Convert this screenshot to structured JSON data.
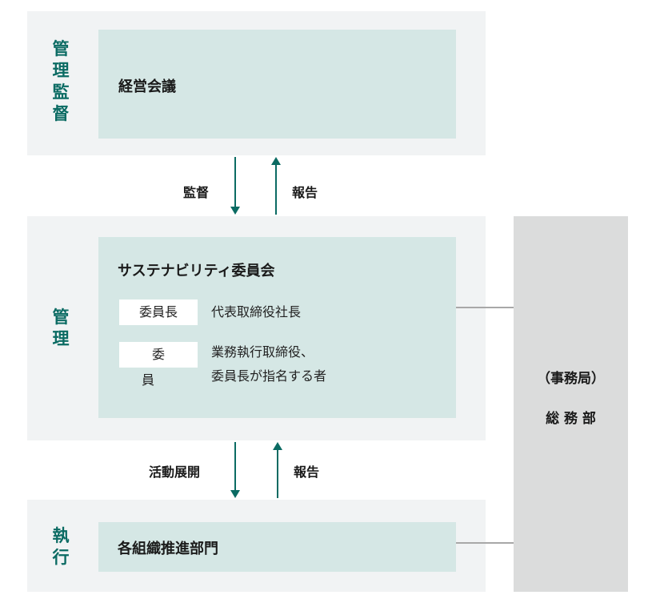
{
  "colors": {
    "accent": "#0b6b63",
    "band": "#f1f3f4",
    "box": "#d5e7e5",
    "office": "#dbdcdc",
    "connector": "#a8a8a8"
  },
  "tiers": {
    "oversight": {
      "label": [
        "管",
        "理",
        "監",
        "督"
      ],
      "box_title": "経営会議"
    },
    "management": {
      "label": [
        "管",
        "理"
      ],
      "box_title": "サステナビリティ委員会",
      "roles": [
        {
          "tag": "委員長",
          "desc": [
            "代表取締役社長"
          ]
        },
        {
          "tag": "委員",
          "desc": [
            "業務執行取締役、",
            "委員長が指名する者"
          ]
        }
      ]
    },
    "execution": {
      "label": [
        "執",
        "行"
      ],
      "box_title": "各組織推進部門"
    }
  },
  "arrows": {
    "top_down_label": "監督",
    "top_up_label": "報告",
    "bottom_down_label": "活動展開",
    "bottom_up_label": "報告"
  },
  "office": {
    "line1": "（事務局）",
    "line2": "総 務 部"
  }
}
